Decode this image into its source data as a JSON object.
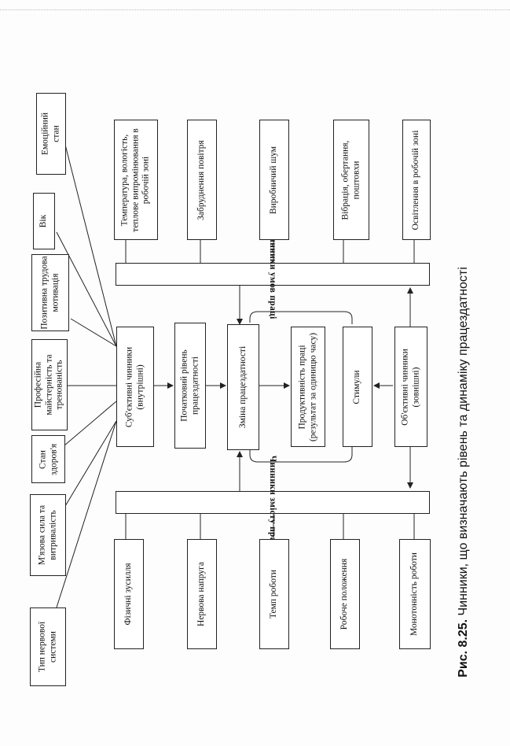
{
  "factors_column": [
    "Тип нервової системи",
    "М'язова сила та витривалість",
    "Стан здоров'я",
    "Професійна майстерність та тренованість",
    "Позитивна трудова мотивація",
    "Вік",
    "Емоційний стан"
  ],
  "content_factors_bar": "Чинники змісту праці",
  "conditions_factors_bar": "Чинники умов праці",
  "content_factors": [
    "Фізичні зусилля",
    "Нервова напруга",
    "Темп роботи",
    "Робоче положення",
    "Монотонність роботи"
  ],
  "condition_factors": [
    "Температура, вологість, теплове випромінювання в робочій зоні",
    "Забруднення повітря",
    "Виробничий шум",
    "Вібрація, обертання, поштовхи",
    "Освітлення в робочій зоні"
  ],
  "center": {
    "subjective": "Суб'єктивні чинники (внутрішні)",
    "initial_level": "Початковий рівень працездатності",
    "change": "Зміна працездатності",
    "productivity": "Продуктивність праці (результат за одиницю часу)",
    "stimuli": "Стимули",
    "objective": "Об'єктивні чинники (зовнішні)"
  },
  "caption": {
    "label": "Рис. 8.25.",
    "text": " Чинники, що визначають рівень та динаміку працездатності"
  }
}
